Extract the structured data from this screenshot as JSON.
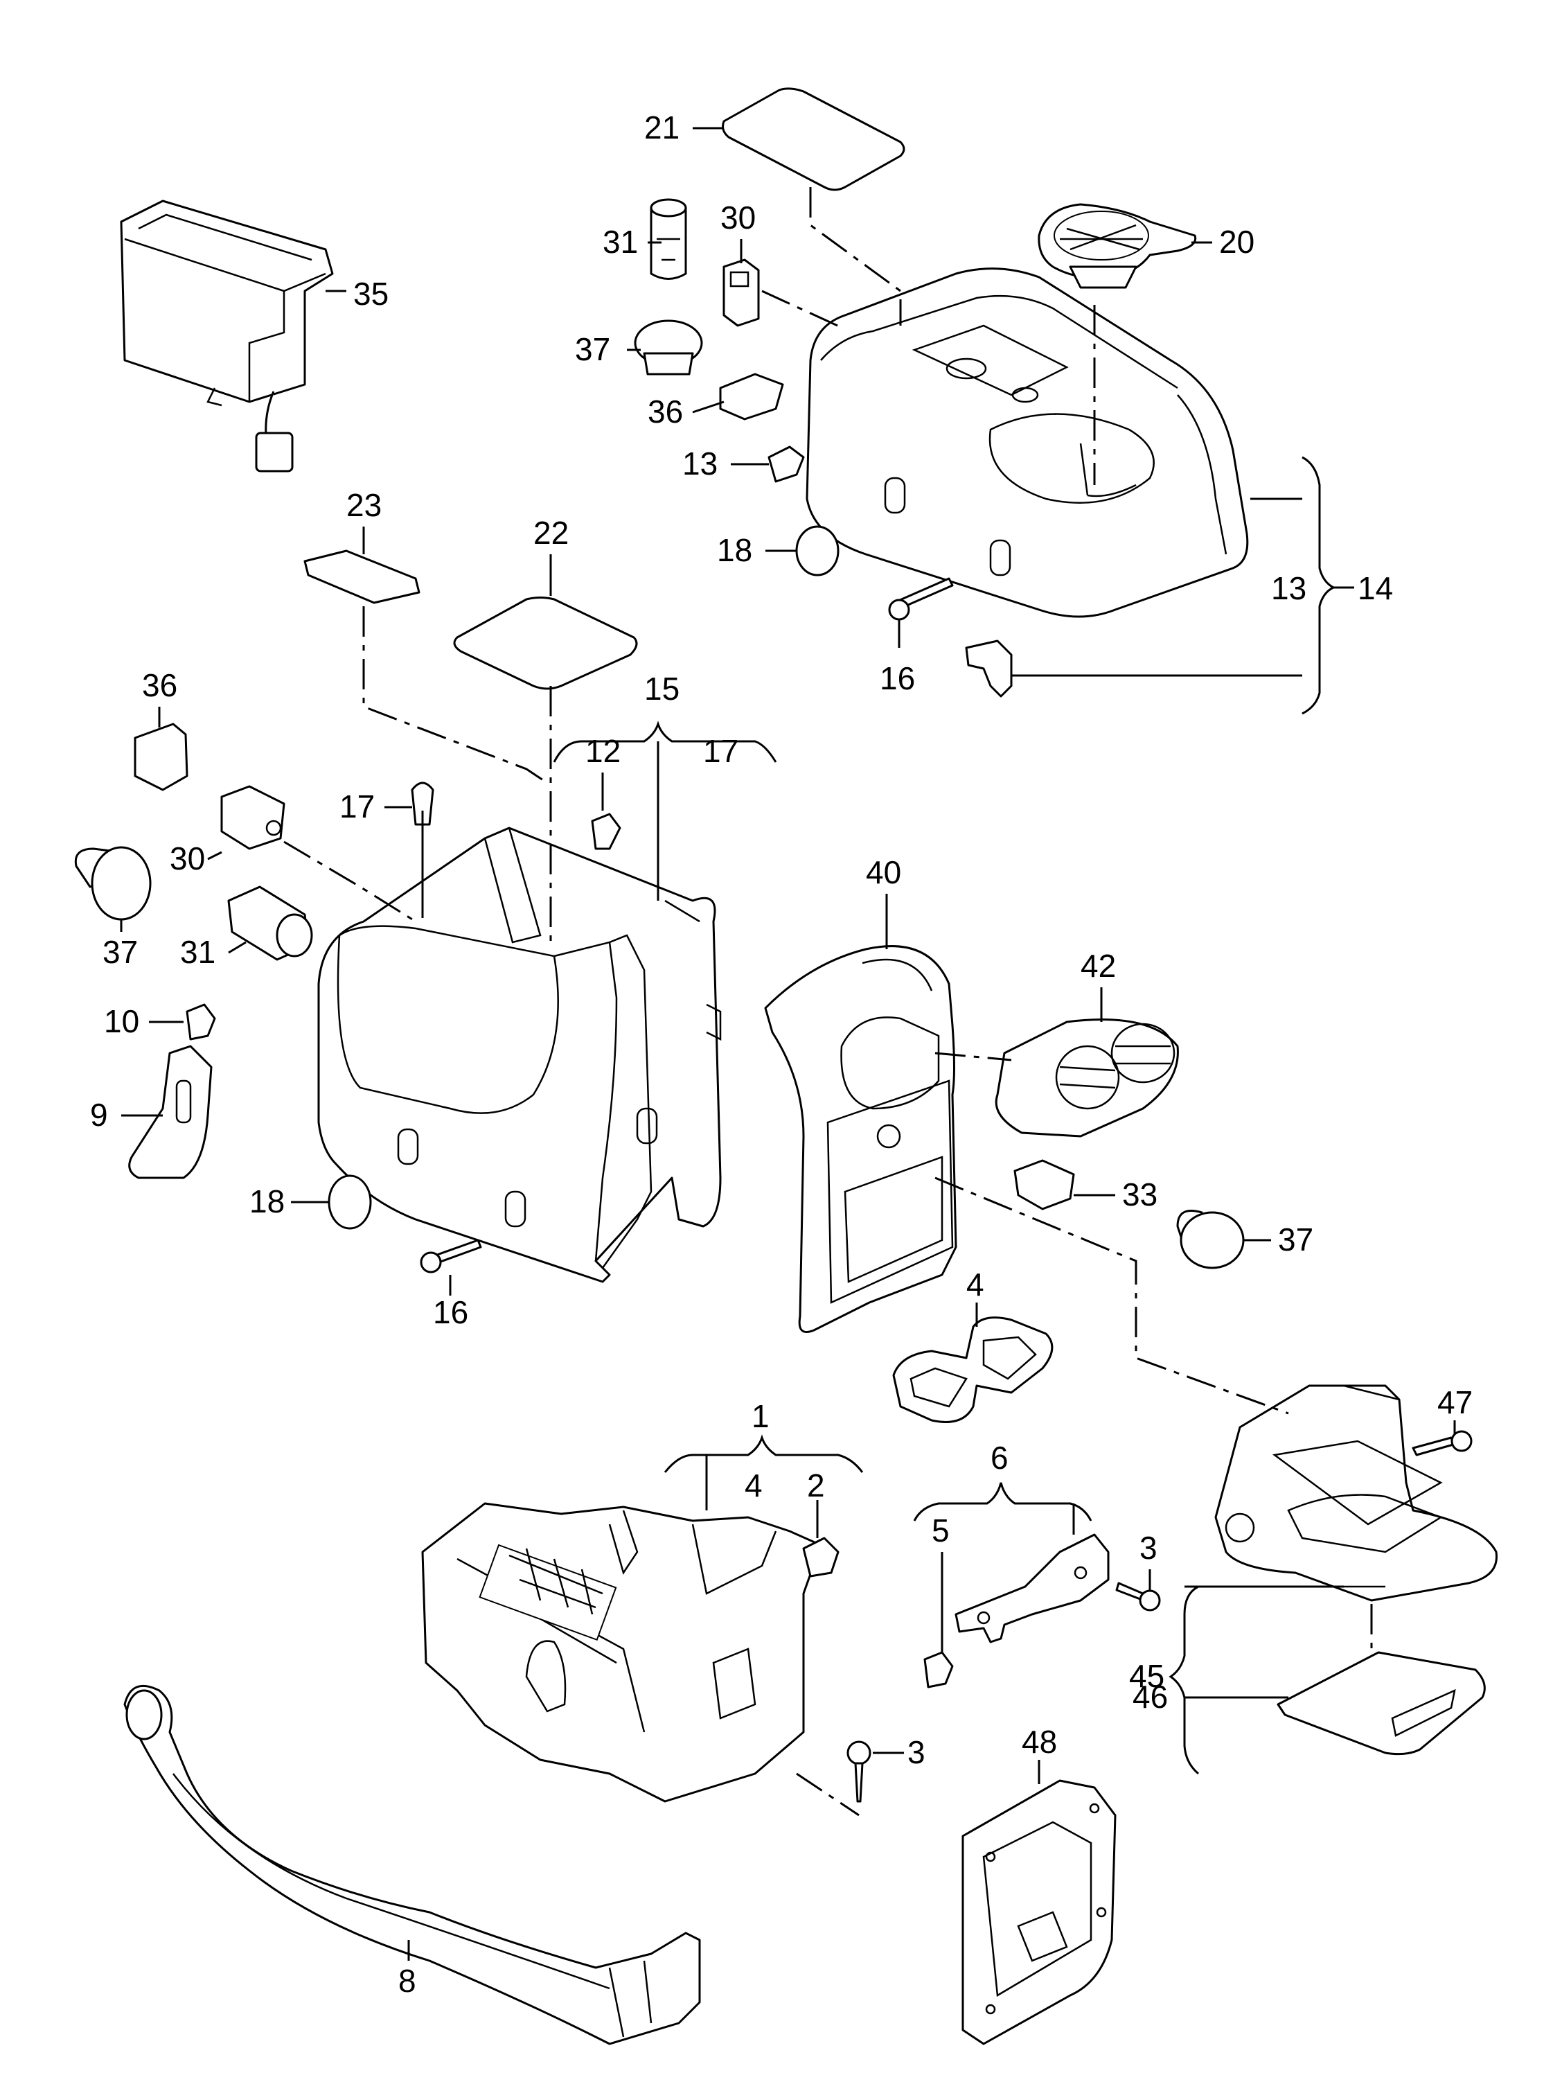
{
  "callouts": [
    {
      "id": "c1",
      "text": "1"
    },
    {
      "id": "c2",
      "text": "2"
    },
    {
      "id": "c3a",
      "text": "3"
    },
    {
      "id": "c3b",
      "text": "3"
    },
    {
      "id": "c4a",
      "text": "4"
    },
    {
      "id": "c4b",
      "text": "4"
    },
    {
      "id": "c5",
      "text": "5"
    },
    {
      "id": "c6",
      "text": "6"
    },
    {
      "id": "c8",
      "text": "8"
    },
    {
      "id": "c9",
      "text": "9"
    },
    {
      "id": "c10",
      "text": "10"
    },
    {
      "id": "c12",
      "text": "12"
    },
    {
      "id": "c13a",
      "text": "13"
    },
    {
      "id": "c13b",
      "text": "13"
    },
    {
      "id": "c14",
      "text": "14"
    },
    {
      "id": "c15",
      "text": "15"
    },
    {
      "id": "c16a",
      "text": "16"
    },
    {
      "id": "c16b",
      "text": "16"
    },
    {
      "id": "c17a",
      "text": "17"
    },
    {
      "id": "c17b",
      "text": "17"
    },
    {
      "id": "c18a",
      "text": "18"
    },
    {
      "id": "c18b",
      "text": "18"
    },
    {
      "id": "c20",
      "text": "20"
    },
    {
      "id": "c21",
      "text": "21"
    },
    {
      "id": "c22",
      "text": "22"
    },
    {
      "id": "c23",
      "text": "23"
    },
    {
      "id": "c30a",
      "text": "30"
    },
    {
      "id": "c30b",
      "text": "30"
    },
    {
      "id": "c31a",
      "text": "31"
    },
    {
      "id": "c31b",
      "text": "31"
    },
    {
      "id": "c33",
      "text": "33"
    },
    {
      "id": "c35",
      "text": "35"
    },
    {
      "id": "c36a",
      "text": "36"
    },
    {
      "id": "c36b",
      "text": "36"
    },
    {
      "id": "c37a",
      "text": "37"
    },
    {
      "id": "c37b",
      "text": "37"
    },
    {
      "id": "c37c",
      "text": "37"
    },
    {
      "id": "c40",
      "text": "40"
    },
    {
      "id": "c42",
      "text": "42"
    },
    {
      "id": "c45",
      "text": "45"
    },
    {
      "id": "c46",
      "text": "46"
    },
    {
      "id": "c47",
      "text": "47"
    },
    {
      "id": "c48",
      "text": "48"
    }
  ]
}
